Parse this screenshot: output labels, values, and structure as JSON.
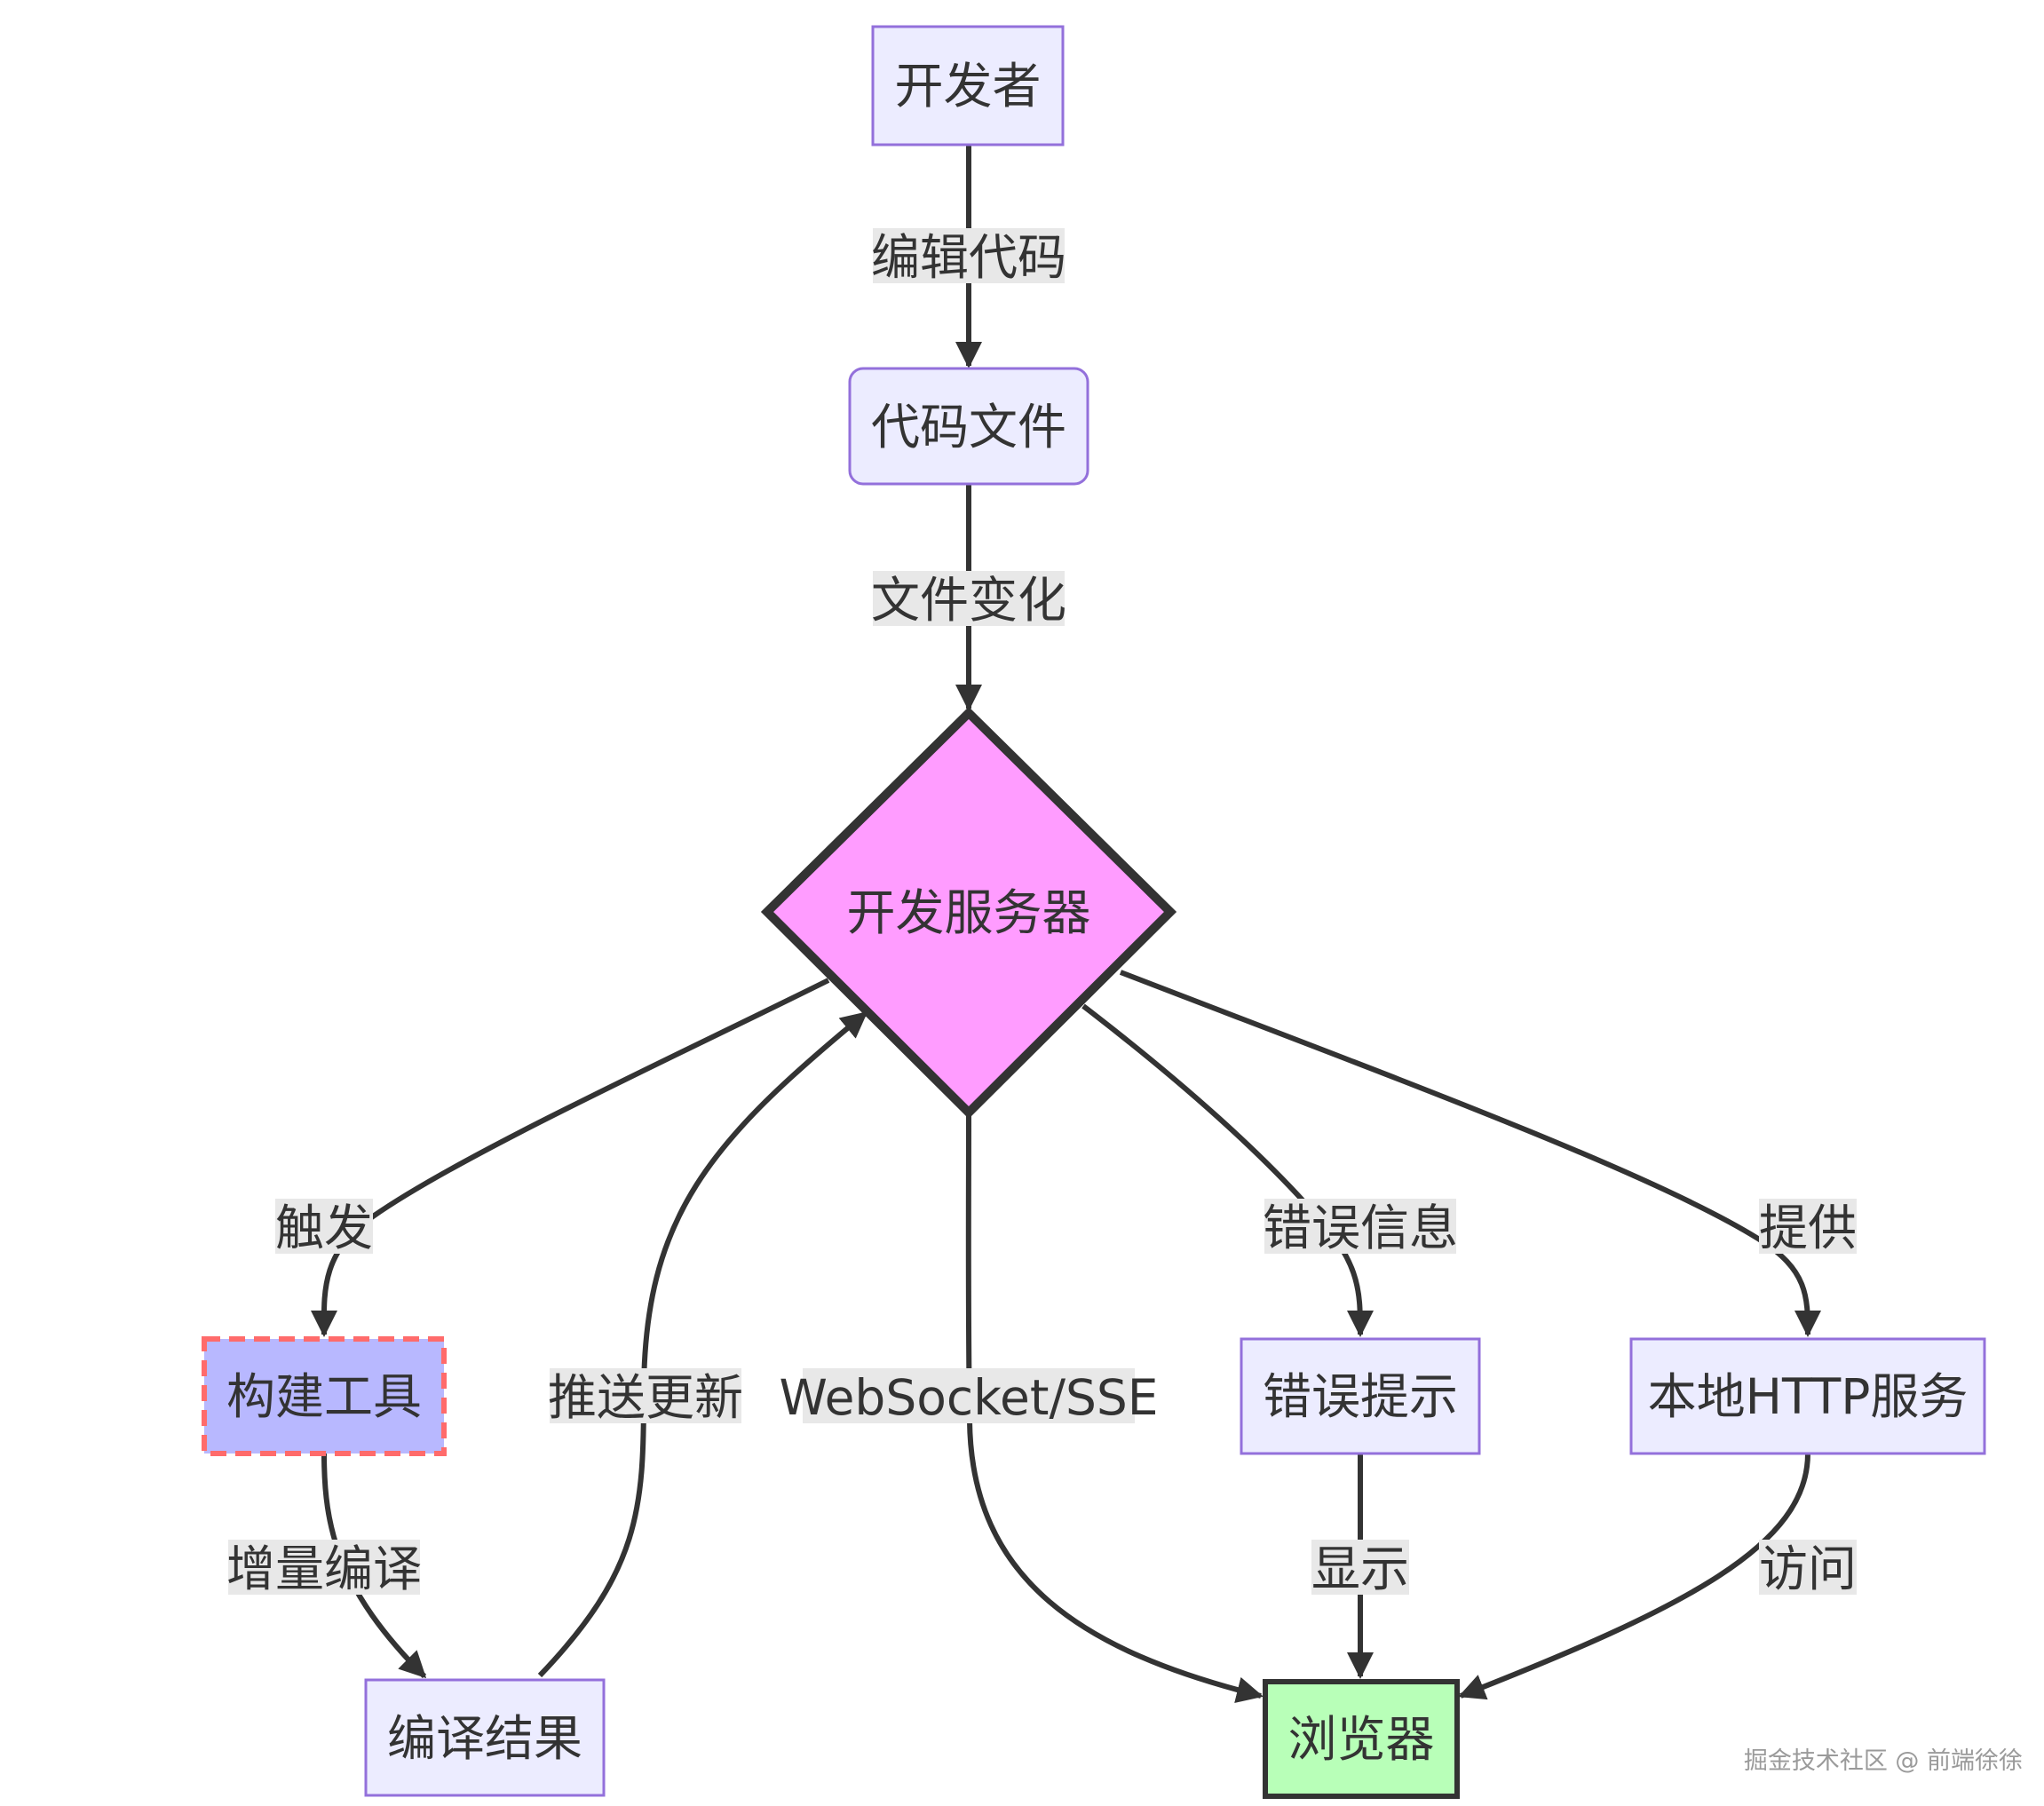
{
  "nodes": {
    "developer": "开发者",
    "code_files": "代码文件",
    "dev_server": "开发服务器",
    "build_tool": "构建工具",
    "compile_result": "编译结果",
    "error_hint": "错误提示",
    "local_http": "本地HTTP服务",
    "browser": "浏览器"
  },
  "edges": {
    "edit_code": "编辑代码",
    "file_change": "文件变化",
    "trigger": "触发",
    "incremental_compile": "增量编译",
    "push_update": "推送更新",
    "websocket_sse": "WebSocket/SSE",
    "error_info": "错误信息",
    "show": "显示",
    "provide": "提供",
    "visit": "访问"
  },
  "colors": {
    "default_node_fill": "#ececff",
    "default_node_stroke": "#9370db",
    "server_fill": "#ff9cff",
    "server_stroke": "#333333",
    "build_fill": "#b8b8ff",
    "build_stroke": "#ff6b6b",
    "browser_fill": "#b8ffb8",
    "browser_stroke": "#333333",
    "edge": "#333333",
    "edge_label_bg": "#e8e8e8"
  },
  "watermark": "掘金技术社区 @ 前端徐徐"
}
